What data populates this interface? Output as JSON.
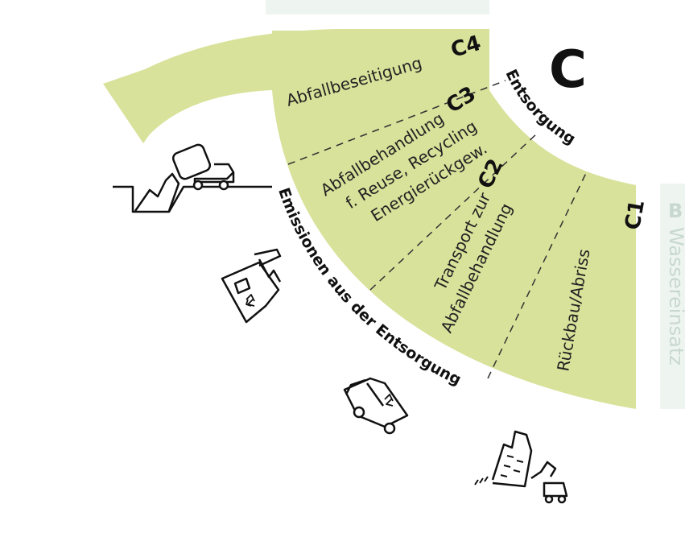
{
  "phase": {
    "letter": "C",
    "title": "Entsorgung",
    "emissions_label": "Emissionen aus der Entsorgung"
  },
  "segments": [
    {
      "code": "C4",
      "lines": [
        "Abfallbeseitigung"
      ]
    },
    {
      "code": "C3",
      "lines": [
        "Abfallbehandlung",
        "f. Reuse, Recycling",
        "Energierückgew."
      ]
    },
    {
      "code": "C2",
      "lines": [
        "Transport zur",
        "Abfallbehandlung"
      ]
    },
    {
      "code": "C1",
      "lines": [
        "Rückbau/Abriss"
      ]
    }
  ],
  "right_edge": {
    "code": "B",
    "text": "Wassereinsatz"
  },
  "colors": {
    "fan": "#d8e29a",
    "arrow": "#d8e29a",
    "ink": "#111111",
    "ghost_panel": "#eef5f0"
  },
  "icons": [
    "landfill-truck-icon",
    "recycling-factory-icon",
    "recycling-truck-icon",
    "demolition-excavator-icon"
  ]
}
